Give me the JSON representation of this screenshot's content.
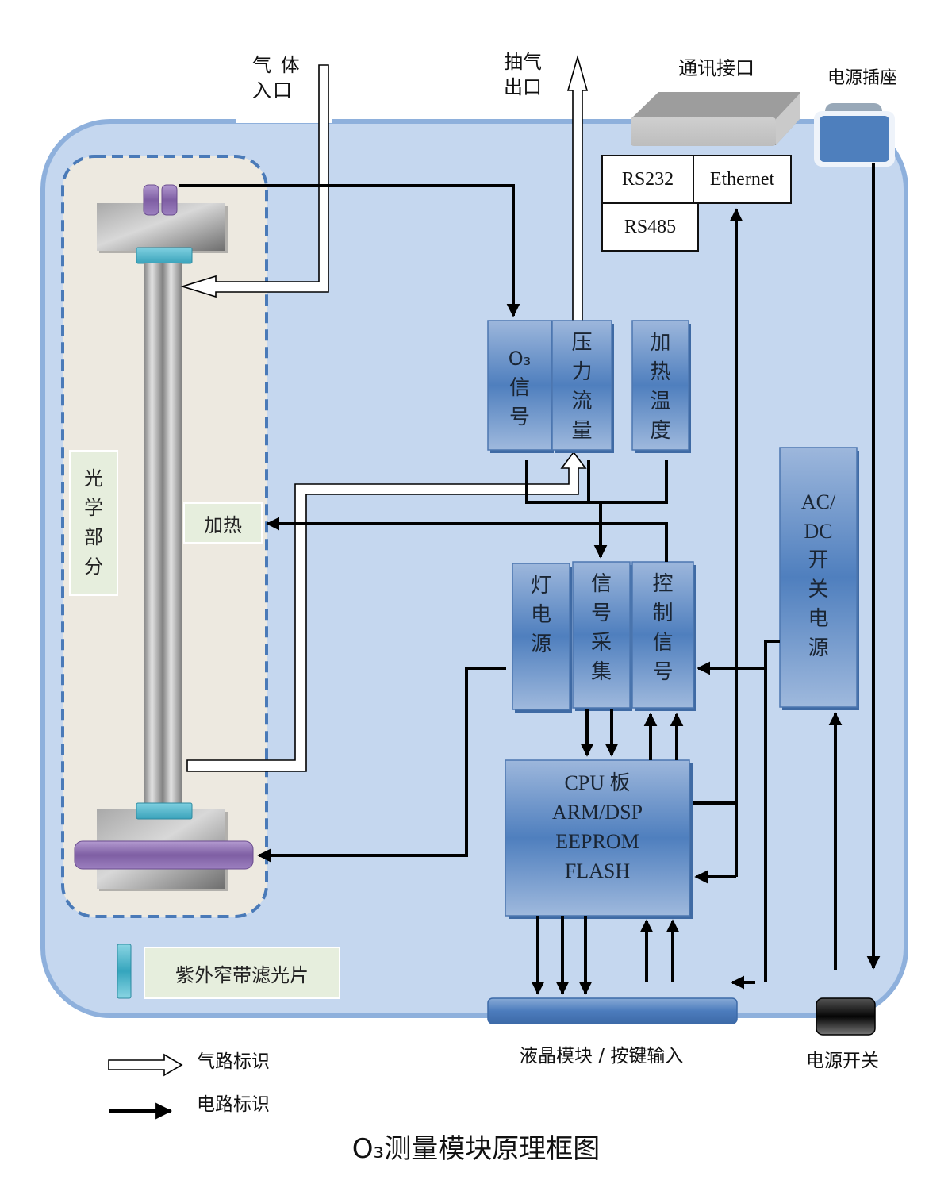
{
  "diagram": {
    "title": "O₃测量模块原理框图",
    "colors": {
      "enclosure_fill": "#c5d7ef",
      "enclosure_border": "#8eb0dc",
      "optical_fill": "#ede9e0",
      "optical_border": "#4a7ab8",
      "module_fill": "#5b87c2",
      "lamp_purple": "#8b68aa",
      "filter_cyan": "#4bb3c9",
      "line": "#000000"
    },
    "external_labels": {
      "gas_inlet": [
        "气 体",
        "入口"
      ],
      "exhaust_outlet": [
        "抽气",
        "出口"
      ],
      "comm_interface": "通讯接口",
      "power_socket": "电源插座",
      "power_switch": "电源开关",
      "lcd_keypad": "液晶模块 / 按键输入"
    },
    "comm_ports": [
      "RS232",
      "Ethernet",
      "RS485"
    ],
    "optical": {
      "label": [
        "光",
        "学",
        "部",
        "分"
      ],
      "heating_label": "加热"
    },
    "sensor_modules": [
      {
        "id": "o3-signal",
        "lines": [
          "O₃",
          "信",
          "号"
        ]
      },
      {
        "id": "pressure-flow",
        "lines": [
          "压",
          "力",
          "流",
          "量"
        ]
      },
      {
        "id": "heating-temp",
        "lines": [
          "加",
          "热",
          "温",
          "度"
        ]
      }
    ],
    "processing_modules": [
      {
        "id": "lamp-power",
        "lines": [
          "灯",
          "电",
          "源"
        ]
      },
      {
        "id": "signal-acquisition",
        "lines": [
          "信",
          "号",
          "采",
          "集"
        ]
      },
      {
        "id": "control-signal",
        "lines": [
          "控",
          "制",
          "信",
          "号"
        ]
      }
    ],
    "power_supply": {
      "lines": [
        "AC/",
        "DC",
        "开",
        "关",
        "电",
        "源"
      ]
    },
    "cpu_board": {
      "lines": [
        "CPU 板",
        "ARM/DSP",
        "EEPROM",
        "FLASH"
      ]
    },
    "filter_legend": "紫外窄带滤光片",
    "legend": [
      {
        "type": "gas",
        "label": "气路标识"
      },
      {
        "type": "electric",
        "label": "电路标识"
      }
    ]
  }
}
